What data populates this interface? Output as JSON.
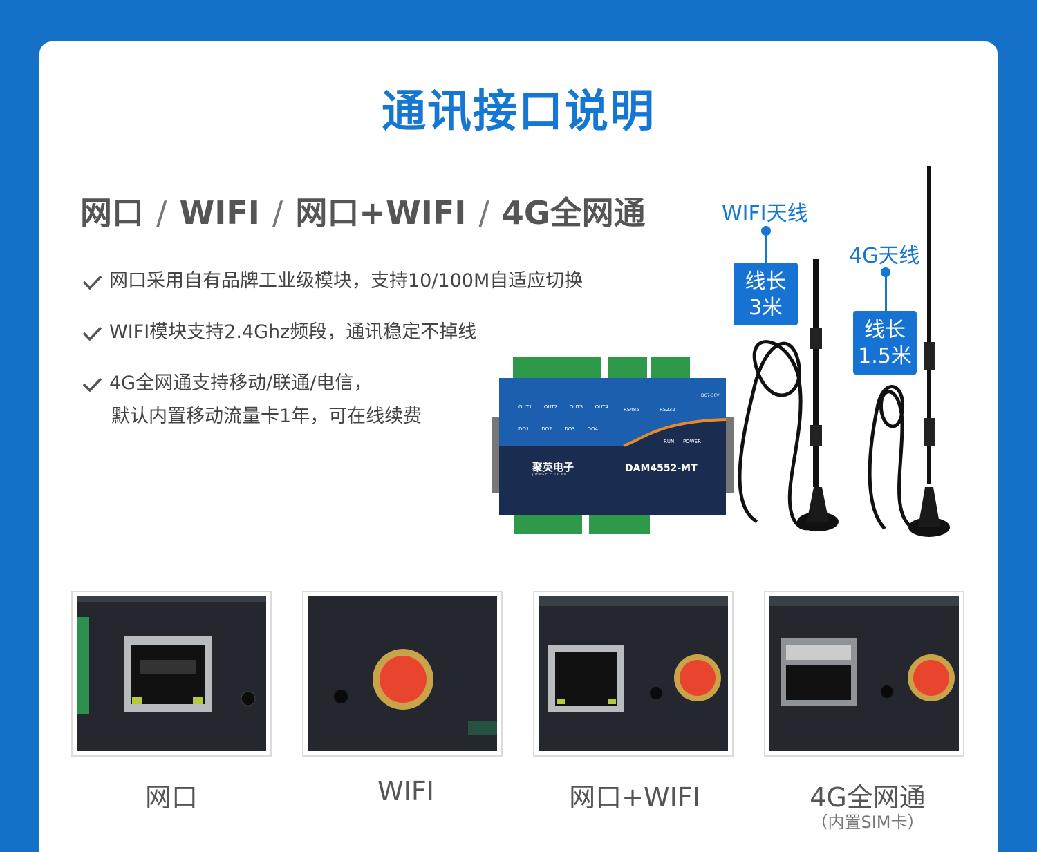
{
  "page": {
    "title": "通讯接口说明",
    "subtitle_parts": [
      "网口",
      "WIFI",
      "网口+WIFI",
      "4G全网通"
    ],
    "subtitle_sep": "/"
  },
  "features": [
    "网口采用自有品牌工业级模块，支持10/100M自适应切换",
    "WIFI模块支持2.4Ghz频段，通讯稳定不掉线",
    "4G全网通支持移动/联通/电信，",
    "默认内置移动流量卡1年，可在线续费"
  ],
  "antennas": {
    "wifi": {
      "label": "WIFI天线",
      "length_line1": "线长",
      "length_line2": "3米"
    },
    "lte": {
      "label": "4G天线",
      "length_line1": "线长",
      "length_line2": "1.5米"
    }
  },
  "device": {
    "brand": "聚英电子",
    "brand_en": "JUYING ELECTRONIC",
    "model": "DAM4552-MT",
    "outputs": [
      "OUT1",
      "OUT2",
      "OUT3",
      "OUT4"
    ],
    "digital_outputs": [
      "DO1",
      "DO2",
      "DO3",
      "DO4"
    ],
    "ports": [
      "RS485",
      "RS232"
    ],
    "indicators": [
      "RUN",
      "POWER"
    ],
    "power_label": "DC7-30V"
  },
  "photos": [
    {
      "caption": "网口",
      "sub": ""
    },
    {
      "caption": "WIFI",
      "sub": ""
    },
    {
      "caption": "网口+WIFI",
      "sub": ""
    },
    {
      "caption": "4G全网通",
      "sub": "（内置SIM卡）"
    }
  ],
  "colors": {
    "background": "#1570c8",
    "accent": "#1677d2",
    "text": "#444444"
  }
}
